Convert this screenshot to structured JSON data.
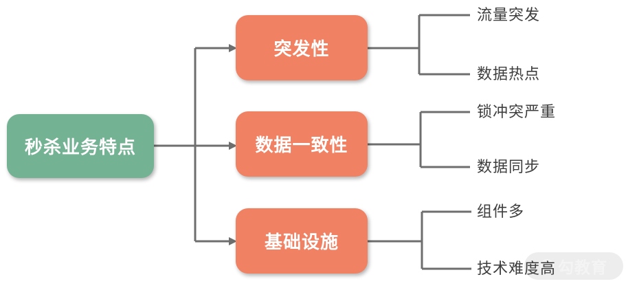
{
  "root": {
    "label": "秒杀业务特点"
  },
  "branches": [
    {
      "label": "突发性",
      "children": [
        "流量突发",
        "数据热点"
      ]
    },
    {
      "label": "数据一致性",
      "children": [
        "锁冲突严重",
        "数据同步"
      ]
    },
    {
      "label": "基础设施",
      "children": [
        "组件多",
        "技术难度高"
      ]
    }
  ],
  "watermark": {
    "text": "勾教育"
  },
  "colors": {
    "root_bg": "#74b294",
    "branch_bg": "#f08162",
    "line": "#6e6e6e",
    "leaf_text": "#3d3d3d",
    "node_text": "#ffffff",
    "watermark_bg": "#00000012",
    "watermark_fg": "#f4f4f4"
  }
}
